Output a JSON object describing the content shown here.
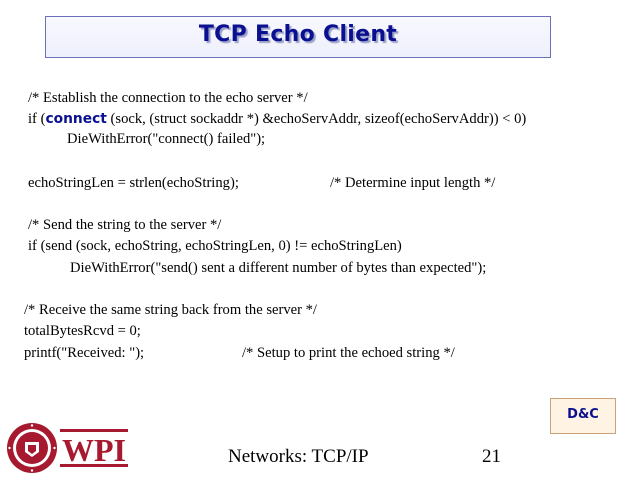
{
  "slide": {
    "title": "TCP Echo Client",
    "code_lines": {
      "l1": "/* Establish the connection to the echo server */",
      "l2_prefix": "if (",
      "l2_keyword": "connect",
      "l2_rest": " (sock, (struct sockaddr *) &echoServAddr, sizeof(echoServAddr)) < 0)",
      "l3": "DieWithError(\"connect() failed\");",
      "l4a": "echoStringLen = strlen(echoString);",
      "l4b": "/* Determine input length */",
      "l5": "/* Send the string to the server */",
      "l6": "if (send (sock, echoString, echoStringLen, 0) != echoStringLen)",
      "l7": "DieWithError(\"send() sent a different number of bytes than expected\");",
      "l8": "/* Receive the same string back from the server */",
      "l9": "totalBytesRcvd = 0;",
      "l10a": "printf(\"Received: \");",
      "l10b": "/* Setup to print the echoed string */"
    },
    "badge": "D&C",
    "footer_course": "Networks: TCP/IP",
    "footer_page": "21",
    "logo_text": "WPI"
  },
  "colors": {
    "title": "#0a108f",
    "keyword": "#0a108f",
    "logo_red": "#a6192e"
  }
}
